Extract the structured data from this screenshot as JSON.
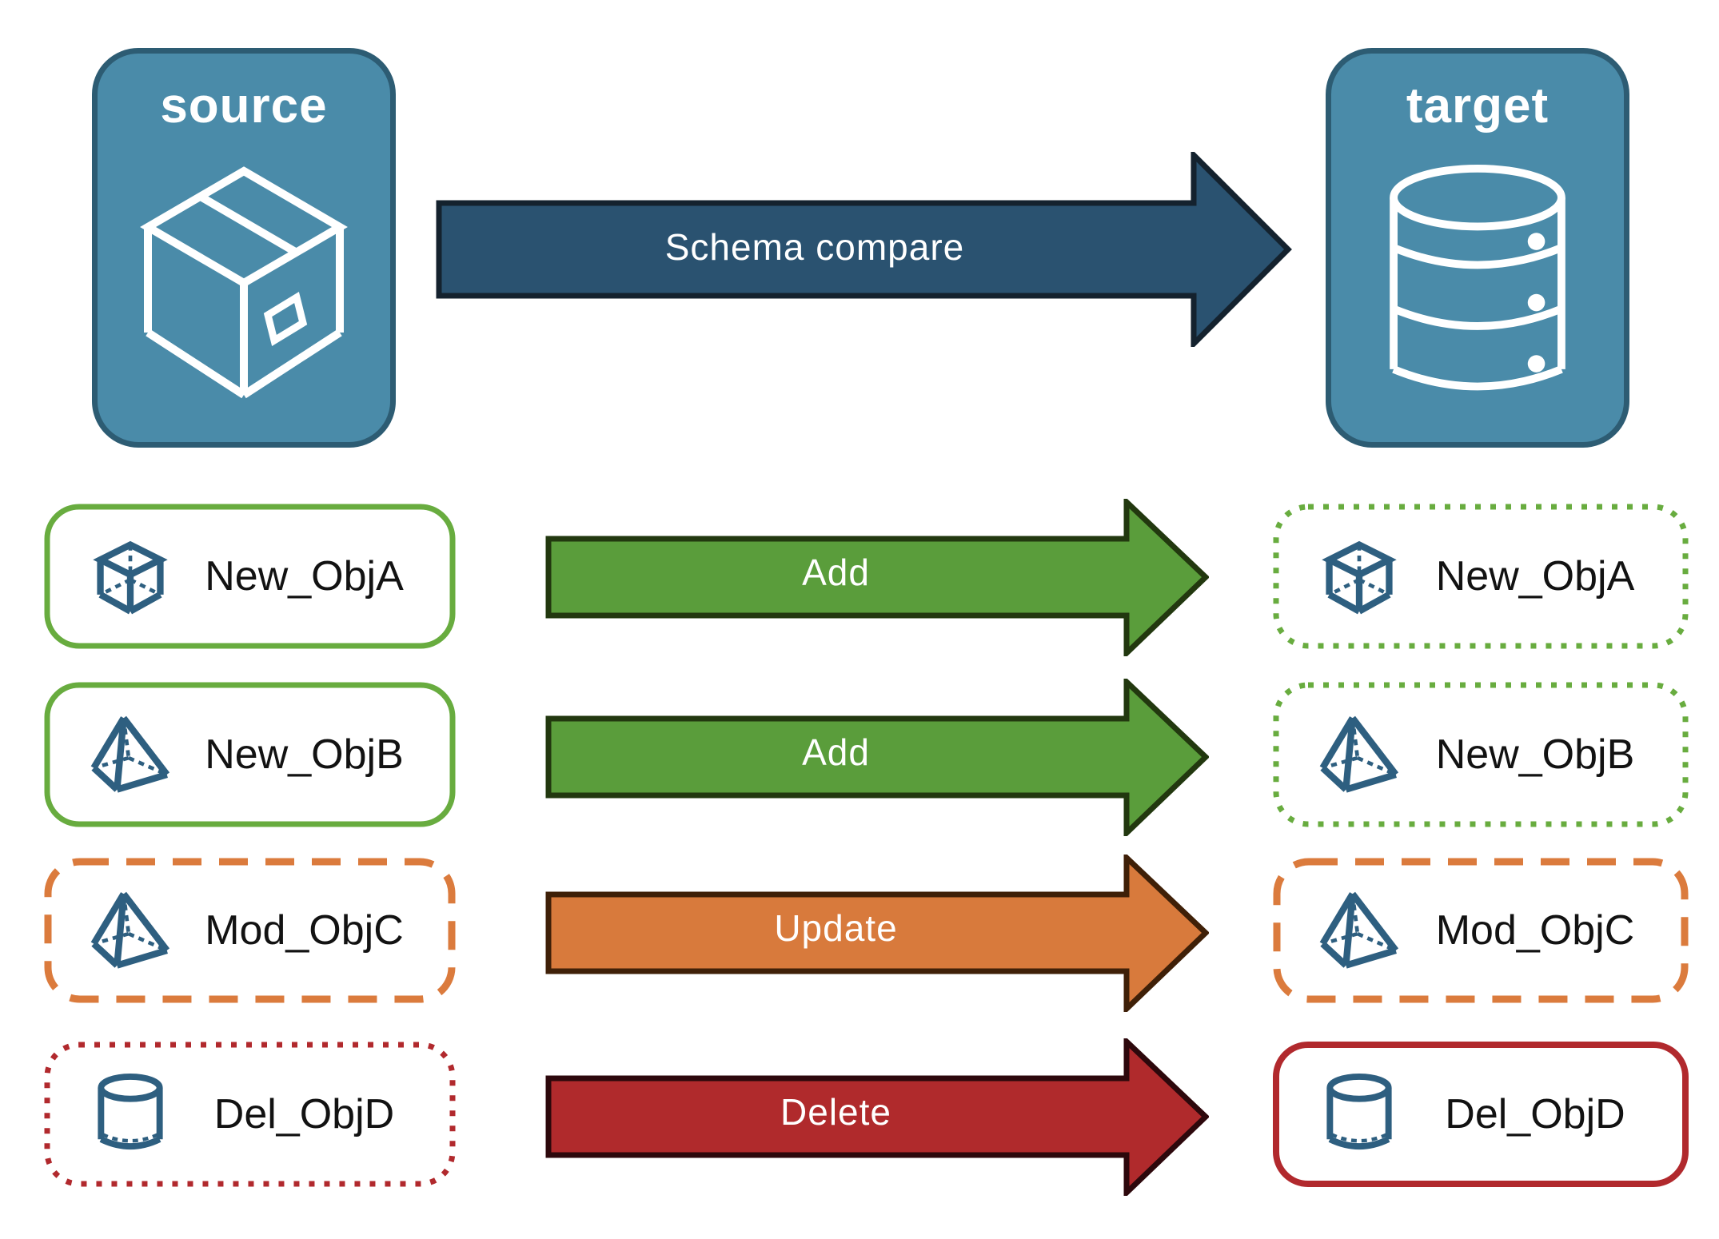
{
  "source_panel": {
    "title": "source",
    "icon": "package-box-icon"
  },
  "target_panel": {
    "title": "target",
    "icon": "database-icon"
  },
  "compare_arrow": {
    "label": "Schema compare",
    "fill": "#2A5270",
    "outline": "#14222E"
  },
  "rows": [
    {
      "name": "New_ObjA",
      "action": "Add",
      "icon": "cube-icon",
      "arrow_fill": "#5A9D3B",
      "source_border": "solid-green",
      "target_border": "dotted-green"
    },
    {
      "name": "New_ObjB",
      "action": "Add",
      "icon": "pyramid-icon",
      "arrow_fill": "#5A9D3B",
      "source_border": "solid-green",
      "target_border": "dotted-green"
    },
    {
      "name": "Mod_ObjC",
      "action": "Update",
      "icon": "pyramid-icon",
      "arrow_fill": "#D87A3C",
      "source_border": "dashed-orange",
      "target_border": "dashed-orange"
    },
    {
      "name": "Del_ObjD",
      "action": "Delete",
      "icon": "cylinder-icon",
      "arrow_fill": "#B02A2C",
      "source_border": "dotted-red",
      "target_border": "solid-red"
    }
  ],
  "colors": {
    "panel_fill": "#4A8BA9",
    "panel_border": "#2D5C73",
    "icon_stroke": "#2E5F80",
    "green_border": "#68AC3F",
    "orange_border": "#DB7B3D",
    "red_border": "#B1292D",
    "label_text": "#121212",
    "arrow_text": "#FFFFFF"
  }
}
